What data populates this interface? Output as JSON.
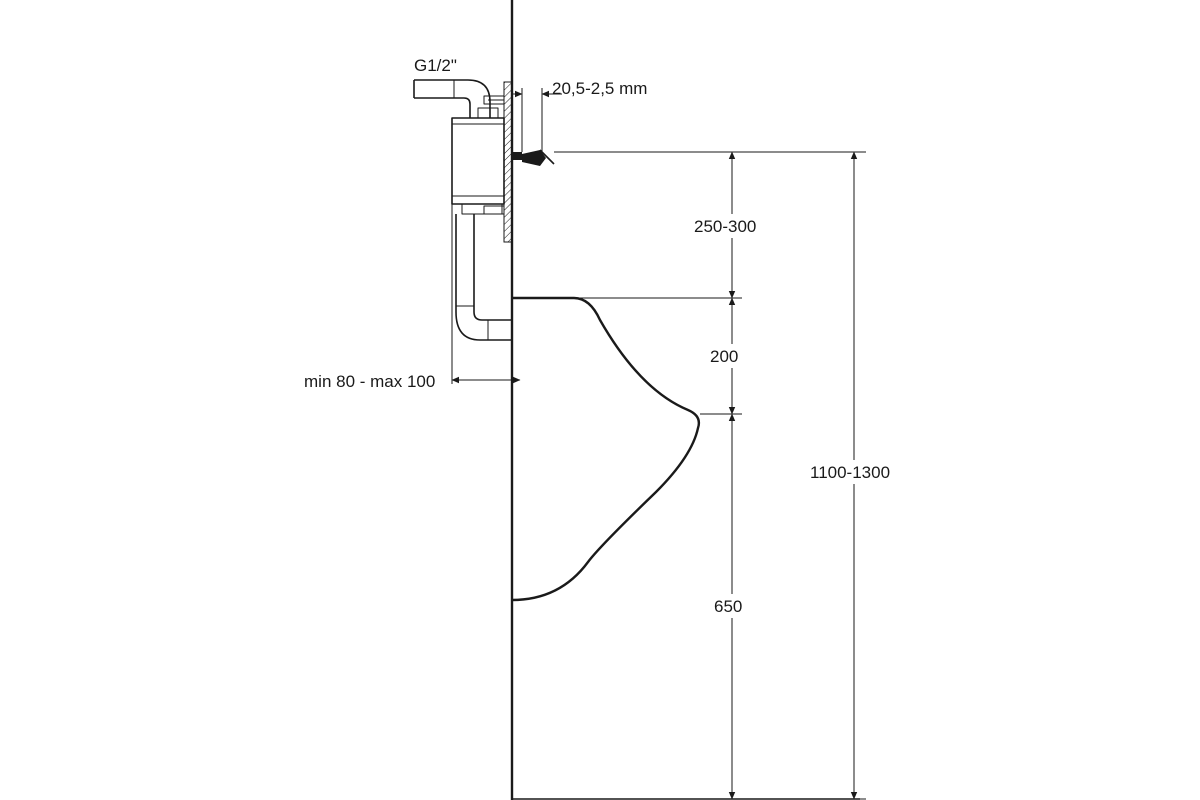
{
  "labels": {
    "connection_thread": "G1/2\"",
    "wall_offset": "20,5-2,5 mm",
    "valve_to_rim": "250-300",
    "rim_to_lip": "200",
    "lip_to_floor": "650",
    "total_height": "1100-1300",
    "cavity_depth": "min 80 - max 100"
  },
  "icons": {
    "arrowhead": "arrowhead-icon",
    "hatch": "wall-hatch"
  }
}
